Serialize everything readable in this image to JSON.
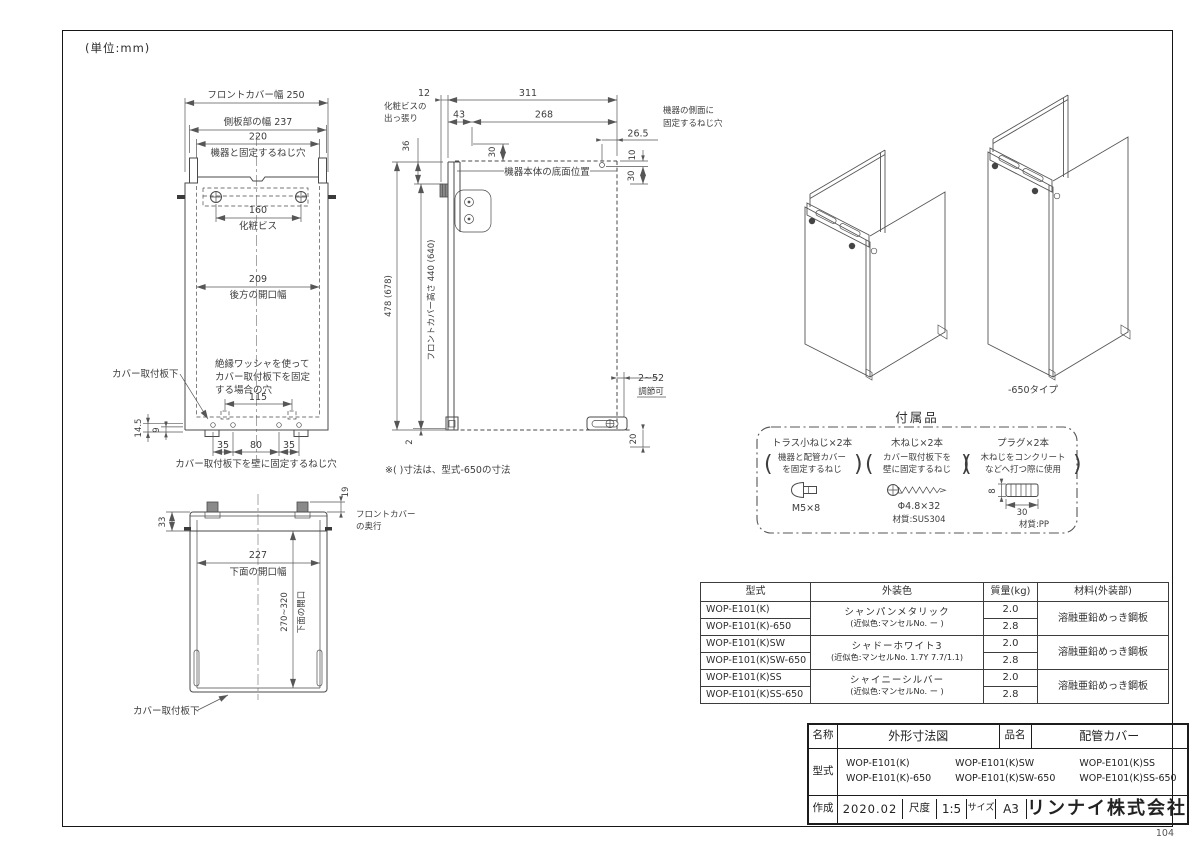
{
  "page": {
    "units_label": "(単位:mm)",
    "page_number": "104"
  },
  "front_view": {
    "dim_front_cover_width": "フロントカバー幅 250",
    "dim_side_plate_width": "側板部の幅 237",
    "dim_220": "220",
    "label_fixing_screw_holes": "機器と固定するねじ穴",
    "dim_160": "160",
    "label_decorative_screw": "化粧ビス",
    "dim_209": "209",
    "label_rear_opening_width": "後方の開口幅",
    "note_insulation_line1": "絶縁ワッシャを使って",
    "note_insulation_line2": "カバー取付板下を固定",
    "note_insulation_line3": "する場合の穴",
    "dim_115": "115",
    "label_cover_mount_plate": "カバー取付板下",
    "dim_14_5": "14.5",
    "dim_9": "9",
    "dim_35_left": "35",
    "dim_80": "80",
    "dim_35_right": "35",
    "label_wall_fixing_screw_holes": "カバー取付板下を壁に固定するねじ穴"
  },
  "side_view": {
    "dim_12": "12",
    "label_screw_protrusion_line1": "化粧ビスの",
    "label_screw_protrusion_line2": "出っ張り",
    "dim_311": "311",
    "dim_43": "43",
    "dim_268": "268",
    "dim_26_5": "26.5",
    "label_side_fixing_line1": "機器の側面に",
    "label_side_fixing_line2": "固定するねじ穴",
    "dim_36": "36",
    "dim_30_top": "30",
    "dim_10": "10",
    "dim_30_right": "30",
    "label_appliance_bottom": "機器本体の底面位置",
    "dim_height_total": "478 (678)",
    "dim_front_cover_height": "フロントカバー高さ 440 (640)",
    "dim_adjust": "2~52",
    "label_adjustable": "調節可",
    "dim_20": "20",
    "dim_2": "2",
    "note_650": "※( )寸法は、型式-650の寸法"
  },
  "bottom_view": {
    "dim_19": "19",
    "label_front_cover_depth_line1": "フロントカバー",
    "label_front_cover_depth_line2": "の奥行",
    "dim_33": "33",
    "dim_227": "227",
    "label_bottom_opening_width": "下面の開口幅",
    "dim_270_320": "270~320",
    "label_bottom_opening": "下面の開口",
    "label_cover_mount_plate": "カバー取付板下"
  },
  "iso_view": {
    "label_650_type": "-650タイプ"
  },
  "accessories": {
    "title": "付属品",
    "items": [
      {
        "name": "トラス小ねじ×2本",
        "desc_line1": "機器と配管カバー",
        "desc_line2": "を固定するねじ",
        "spec": "M5×8",
        "material": ""
      },
      {
        "name": "木ねじ×2本",
        "desc_line1": "カバー取付板下を",
        "desc_line2": "壁に固定するねじ",
        "spec": "Φ4.8×32",
        "material": "材質:SUS304"
      },
      {
        "name": "プラグ×2本",
        "desc_line1": "木ねじをコンクリート",
        "desc_line2": "などへ打つ際に使用",
        "dim_height": "8",
        "dim_length": "30",
        "material": "材質:PP"
      }
    ],
    "paren_open": "(",
    "paren_close": ")"
  },
  "spec_table": {
    "headers": [
      "型式",
      "外装色",
      "質量(kg)",
      "材料(外装部)"
    ],
    "groups": [
      {
        "models": [
          "WOP-E101(K)",
          "WOP-E101(K)-650"
        ],
        "color_line1": "シャンパンメタリック",
        "color_line2": "(近似色:マンセルNo. ー )",
        "masses": [
          "2.0",
          "2.8"
        ],
        "material": "溶融亜鉛めっき鋼板"
      },
      {
        "models": [
          "WOP-E101(K)SW",
          "WOP-E101(K)SW-650"
        ],
        "color_line1": "シャドーホワイト3",
        "color_line2": "(近似色:マンセルNo. 1.7Y 7.7/1.1)",
        "masses": [
          "2.0",
          "2.8"
        ],
        "material": "溶融亜鉛めっき鋼板"
      },
      {
        "models": [
          "WOP-E101(K)SS",
          "WOP-E101(K)SS-650"
        ],
        "color_line1": "シャイニーシルバー",
        "color_line2": "(近似色:マンセルNo. ー )",
        "masses": [
          "2.0",
          "2.8"
        ],
        "material": "溶融亜鉛めっき鋼板"
      }
    ]
  },
  "title_block": {
    "name_label": "名称",
    "name_value": "外形寸法図",
    "product_label": "品名",
    "product_value": "配管カバー",
    "model_label": "型式",
    "models_col1_row1": "WOP-E101(K)",
    "models_col1_row2": "WOP-E101(K)-650",
    "models_col2_row1": "WOP-E101(K)SW",
    "models_col2_row2": "WOP-E101(K)SW-650",
    "models_col3_row1": "WOP-E101(K)SS",
    "models_col3_row2": "WOP-E101(K)SS-650",
    "created_label": "作成",
    "created_value": "2020.02",
    "scale_label": "尺度",
    "scale_value": "1:5",
    "size_label": "サイズ",
    "size_value": "A3",
    "company": "リンナイ株式会社"
  },
  "colors": {
    "line": "#4a4a4a",
    "text": "#3d3d3d",
    "border": "#161616"
  }
}
